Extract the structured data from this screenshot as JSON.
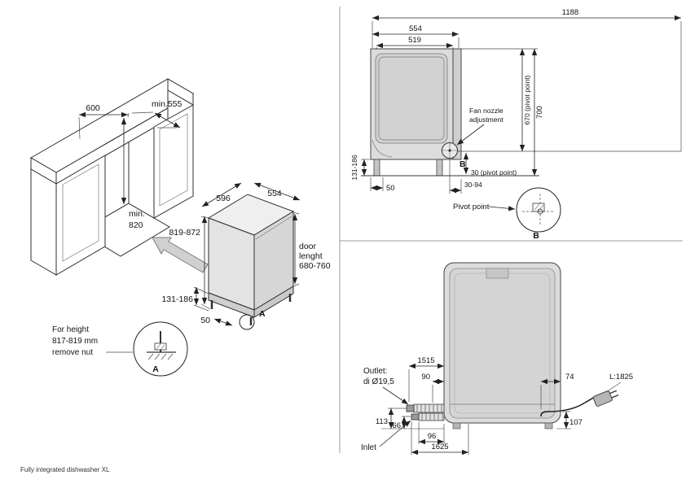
{
  "footer": {
    "caption": "Fully integrated dishwasher XL"
  },
  "iso": {
    "niche_width": "600",
    "niche_depth": "min.555",
    "niche_height": [
      "min.",
      "820"
    ],
    "dw_depth": "596",
    "dw_width": "554",
    "dw_height": "819-872",
    "door_length": [
      "door",
      "lenght",
      "680-760"
    ],
    "leg_height": "131-186",
    "plinth_depth": "50",
    "detail_ref": "A",
    "note": [
      "For height",
      "817-819 mm",
      "remove nut"
    ],
    "detail_label": "A"
  },
  "side": {
    "depth_door_open": "1188",
    "depth_total": "554",
    "depth_body": "519",
    "fan_note": [
      "Fan nozzle",
      "adjustment"
    ],
    "pivot_height": "670 (pivot point)",
    "height_total": "700",
    "leg_height": "131-186",
    "plinth_depth": "50",
    "pivot_ref": "B",
    "pivot_floor_offset": "30 (pivot point)",
    "pivot_range": "30-94",
    "pivot_label": "Pivot point",
    "detail_label": "B"
  },
  "rear": {
    "drain_hose_length": "1515",
    "outlet_offset": "90",
    "cord_offset": "74",
    "cord_length": "L:1825",
    "outlet_note": [
      "Outlet:",
      "di Ø19,5"
    ],
    "outlet_height": "113",
    "inlet_height": "66",
    "inlet_offset": "96",
    "inlet_hose_length": "1625",
    "cord_height": "107",
    "inlet_label": "Inlet"
  }
}
